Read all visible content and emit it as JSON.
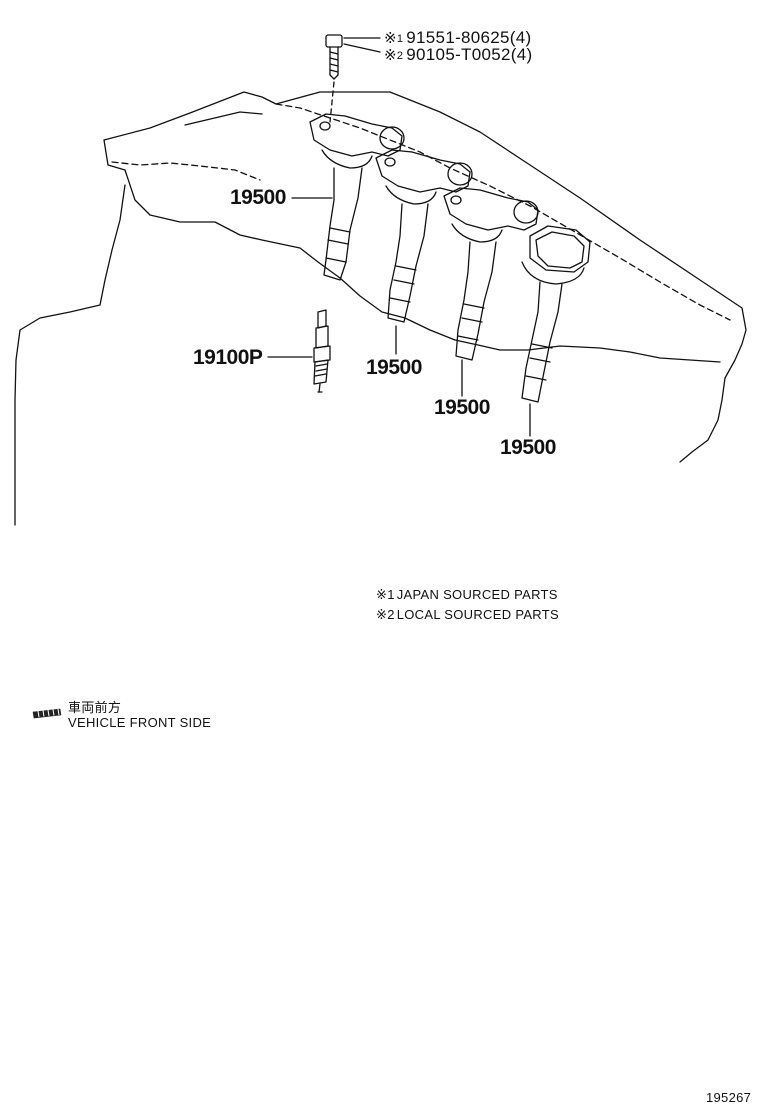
{
  "diagram": {
    "bolt_label_1": {
      "mark": "※",
      "num": "1",
      "text": "91551-80625(4)"
    },
    "bolt_label_2": {
      "mark": "※",
      "num": "2",
      "text": "90105-T0052(4)"
    },
    "coil_label_1": "19500",
    "coil_label_2": "19500",
    "coil_label_3": "19500",
    "coil_label_4": "19500",
    "plug_label": "19100P",
    "note_1": {
      "mark": "※",
      "num": "1",
      "text": "JAPAN SOURCED PARTS"
    },
    "note_2": {
      "mark": "※",
      "num": "2",
      "text": "LOCAL SOURCED PARTS"
    },
    "front_jp": "車両前方",
    "front_en": "VEHICLE FRONT SIDE",
    "figure_id": "195267"
  }
}
